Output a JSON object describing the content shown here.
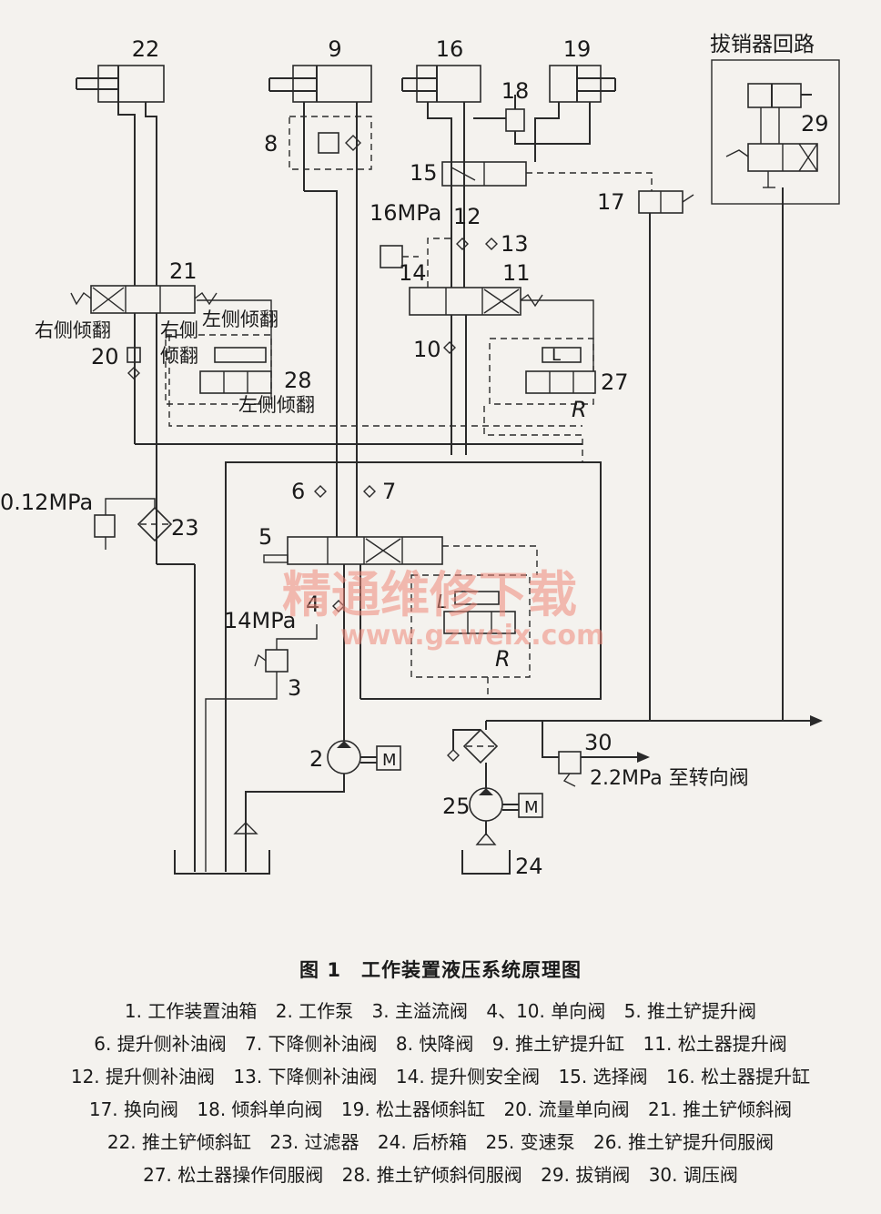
{
  "labels": {
    "n22": "22",
    "n9": "9",
    "n16": "16",
    "n19": "19",
    "n18": "18",
    "n29": "29",
    "n8": "8",
    "n15": "15",
    "n17": "17",
    "n12": "12",
    "n13": "13",
    "n14": "14",
    "n11": "11",
    "n21": "21",
    "n20": "20",
    "n28": "28",
    "n10": "10",
    "n27": "27",
    "n6": "6",
    "n7": "7",
    "n5": "5",
    "n4": "4",
    "n3": "3",
    "n2": "2",
    "n23": "23",
    "n25": "25",
    "n24": "24",
    "n30": "30",
    "p16": "16MPa",
    "p012": "0.12MPa",
    "p14": "14MPa",
    "p22": "2.2MPa 至转向阀",
    "pin_circuit": "拔销器回路",
    "right_tilt": "右侧倾翻",
    "left_tilt_a": "左侧倾翻",
    "right_side": "右侧",
    "tilt": "倾翻",
    "left_tilt_b": "左侧倾翻",
    "L1": "L",
    "R1": "R",
    "L2": "L",
    "R2": "R",
    "M1": "M",
    "M2": "M"
  },
  "watermark": {
    "cn": "精通维修下载",
    "url": "www.gzweix.com"
  },
  "caption": "图 1　工作装置液压系统原理图",
  "legend_rows": [
    [
      "1. 工作装置油箱",
      "2. 工作泵",
      "3. 主溢流阀",
      "4、10. 单向阀",
      "5. 推土铲提升阀"
    ],
    [
      "6. 提升侧补油阀",
      "7. 下降侧补油阀",
      "8. 快降阀",
      "9. 推土铲提升缸",
      "11. 松土器提升阀"
    ],
    [
      "12. 提升侧补油阀",
      "13. 下降侧补油阀",
      "14. 提升侧安全阀",
      "15. 选择阀",
      "16. 松土器提升缸"
    ],
    [
      "17. 换向阀",
      "18. 倾斜单向阀",
      "19. 松土器倾斜缸",
      "20. 流量单向阀",
      "21. 推土铲倾斜阀"
    ],
    [
      "22. 推土铲倾斜缸",
      "23. 过滤器",
      "24. 后桥箱",
      "25. 变速泵",
      "26. 推土铲提升伺服阀"
    ],
    [
      "27. 松土器操作伺服阀",
      "28. 推土铲倾斜伺服阀",
      "29. 拔销阀",
      "30. 调压阀"
    ]
  ]
}
